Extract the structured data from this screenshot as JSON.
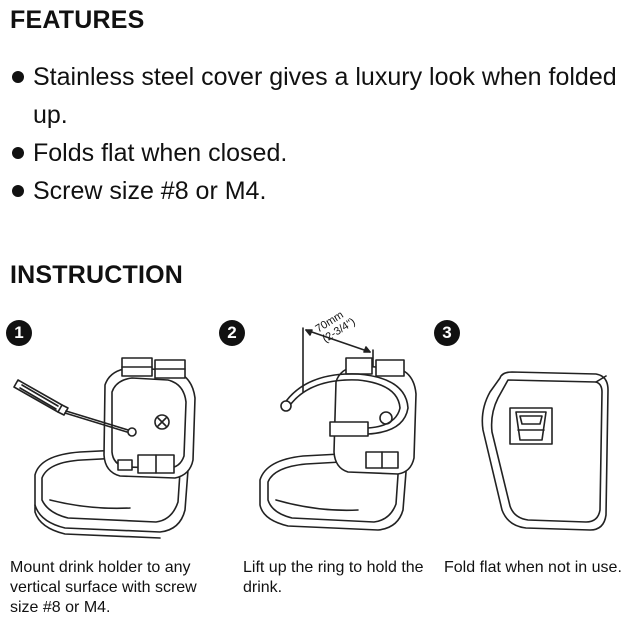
{
  "features": {
    "heading": "FEATURES",
    "items": [
      {
        "text": "Stainless steel cover gives a luxury look when folded up."
      },
      {
        "text": "Folds flat when closed."
      },
      {
        "text": "Screw size #8 or M4."
      }
    ]
  },
  "instruction": {
    "heading": "INSTRUCTION",
    "steps": [
      {
        "number": "1",
        "caption": "Mount drink holder to any vertical surface with screw size #8 or M4."
      },
      {
        "number": "2",
        "caption": "Lift up the ring to hold the drink."
      },
      {
        "number": "3",
        "caption": "Fold flat when not in use."
      }
    ],
    "dimension": {
      "metric": "70mm",
      "imperial": "(2-3/4\")"
    }
  }
}
